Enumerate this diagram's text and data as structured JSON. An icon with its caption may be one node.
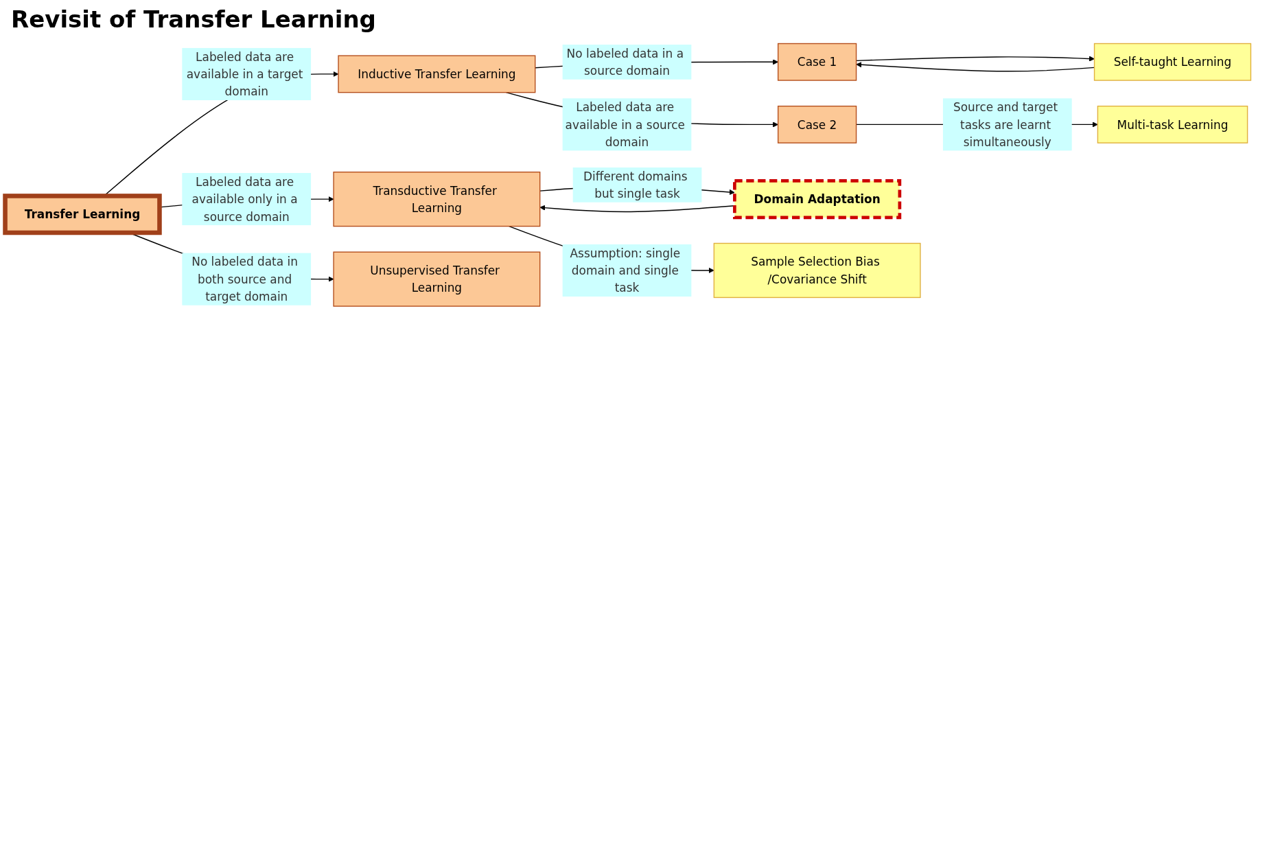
{
  "diagram": {
    "title": "Revisit of Transfer Learning",
    "nodes": [
      {
        "text": [
          "Transfer Learning"
        ]
      },
      {
        "text": [
          "Inductive Transfer Learning"
        ]
      },
      {
        "text": [
          "Case 1"
        ]
      },
      {
        "text": [
          "Self-taught Learning"
        ]
      },
      {
        "text": [
          "Case 2"
        ]
      },
      {
        "text": [
          "Multi-task Learning"
        ]
      },
      {
        "text": [
          "Transductive Transfer Learning"
        ]
      },
      {
        "text": [
          "Domain Adaptation"
        ]
      },
      {
        "text": [
          "Unsupervised Transfer Learning"
        ]
      },
      {
        "text": [
          "Sample Selection Bias /Covariance Shift"
        ]
      }
    ],
    "edges": [
      {
        "from": 0,
        "to": 1,
        "arrow": "to",
        "label": "Labeled data are available in a target domain"
      },
      {
        "from": 1,
        "to": 2,
        "arrow": "to",
        "label": "No labeled data in a source domain"
      },
      {
        "from": 2,
        "to": 3,
        "arrow": "to"
      },
      {
        "from": 3,
        "to": 2,
        "arrow": "to"
      },
      {
        "from": 1,
        "to": 4,
        "arrow": "to",
        "label": "Labeled data are available in a source domain"
      },
      {
        "from": 4,
        "to": 5,
        "arrow": "to",
        "label": "Source and target tasks are learnt simultaneously"
      },
      {
        "from": 0,
        "to": 6,
        "arrow": "to",
        "label": "Labeled data are available only in a source domain"
      },
      {
        "from": 6,
        "to": 7,
        "arrow": "to",
        "label": "Different domains but single task"
      },
      {
        "from": 7,
        "to": 6,
        "arrow": "to"
      },
      {
        "from": 0,
        "to": 8,
        "arrow": "to",
        "label": "No labeled data in both source and target domain"
      },
      {
        "from": 6,
        "to": 9,
        "arrow": "to",
        "label": "Assumption: single domain and single task"
      }
    ]
  }
}
